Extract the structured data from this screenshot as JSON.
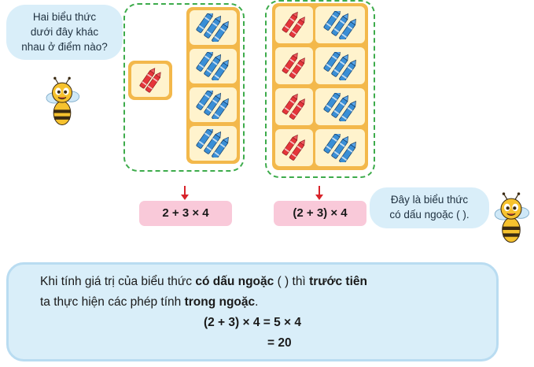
{
  "bubble_left": {
    "line1": "Hai biểu thức",
    "line2": "dưới đây khác",
    "line3": "nhau ở điểm nào?"
  },
  "bubble_right": {
    "line1": "Đây là biểu thức",
    "line2": "có dấu ngoặc ( )."
  },
  "expressions": {
    "left": "2 + 3 × 4",
    "right": "(2 + 3) × 4"
  },
  "rule": {
    "part1": "Khi tính giá trị của biểu thức ",
    "bold1": "có dấu ngoặc",
    "part2": " ( ) thì ",
    "bold2": "trước tiên",
    "part3": "ta thực hiện các phép tính ",
    "bold3": "trong ngoặc",
    "part4": ".",
    "eq1": "(2 + 3) × 4 = 5 × 4",
    "eq2": "= 20"
  },
  "colors": {
    "red_crayon": "#e5353b",
    "blue_crayon": "#3a8fd6",
    "tray": "#f3b84b",
    "dashed_border": "#3dab4b",
    "label_bg": "#f9c9d9",
    "bubble_bg": "#d9eef9"
  },
  "icons": [
    "bee-icon",
    "red-crayon-pair-icon",
    "blue-crayon-triple-icon"
  ]
}
